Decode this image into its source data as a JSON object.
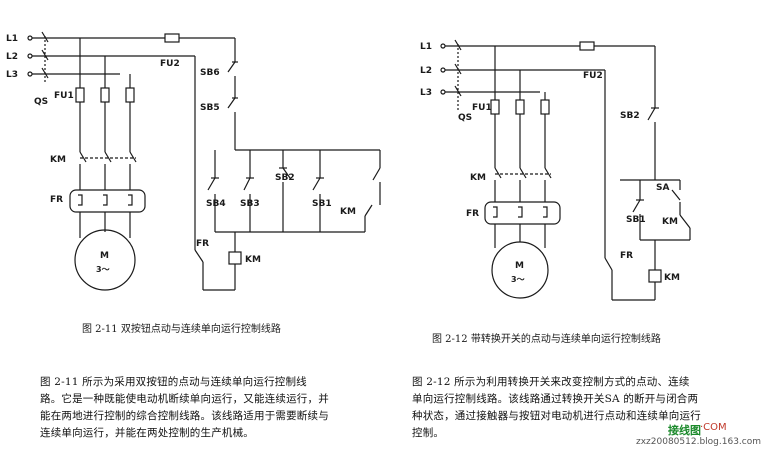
{
  "left": {
    "lines": [
      "L1",
      "L2",
      "L3"
    ],
    "qs": "QS",
    "fu1": "FU1",
    "fu2": "FU2",
    "km": "KM",
    "fr": "FR",
    "motor": "M",
    "motor_sub": "3～",
    "sb6": "SB6",
    "sb5": "SB5",
    "sb4": "SB4",
    "sb3": "SB3",
    "sb2": "SB2",
    "sb1": "SB1",
    "km_contact": "KM",
    "fr_contact": "FR",
    "km_coil": "KM",
    "caption": "图 2-11   双按钮点动与连续单向运行控制线路"
  },
  "right": {
    "lines": [
      "L1",
      "L2",
      "L3"
    ],
    "qs": "QS",
    "fu1": "FU1",
    "fu2": "FU2",
    "km": "KM",
    "fr": "FR",
    "motor": "M",
    "motor_sub": "3～",
    "sb2": "SB2",
    "sa": "SA",
    "sb1": "SB1",
    "km_contact": "KM",
    "fr_contact": "FR",
    "km_coil": "KM",
    "caption": "图 2-12   带转换开关的点动与连续单向运行控制线路"
  },
  "text": {
    "left_p1": "图 2-11 所示为采用双按钮的点动与连续单向运行控制线",
    "left_p2": "路。它是一种既能使电动机断续单向运行，又能连续运行，并",
    "left_p3": "能在两地进行控制的综合控制线路。该线路适用于需要断续与",
    "left_p4": "连续单向运行，并能在两处控制的生产机械。",
    "right_p1": "图 2-12 所示为利用转换开关来改变控制方式的点动、连续",
    "right_p2": "单向运行控制线路。该线路通过转换开关SA 的断开与闭合两",
    "right_p3": "种状态，通过接触器与按钮对电动机进行点动和连续单向运行",
    "right_p4": "控制。"
  },
  "watermark": {
    "w1": "接线图",
    "w2": "·COM",
    "w3": "zxz20080512.blog.163.com"
  }
}
